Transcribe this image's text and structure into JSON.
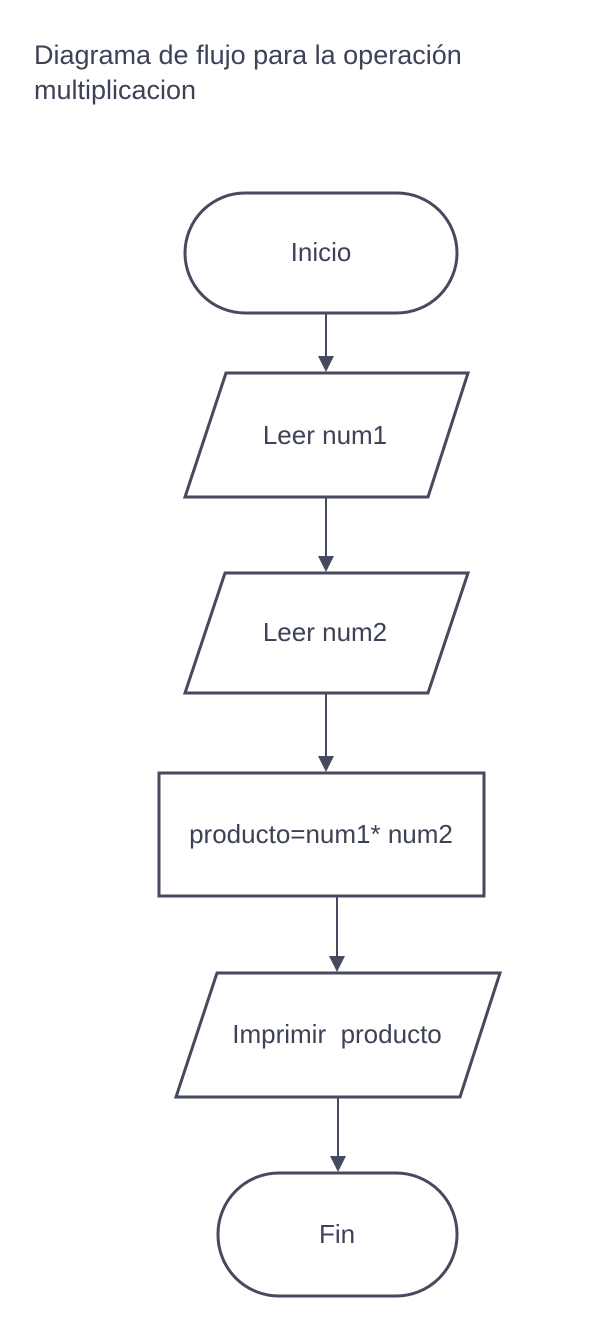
{
  "title": "Diagrama de flujo para la operación multiplicacion",
  "nodes": {
    "inicio": {
      "type": "terminal",
      "label": "Inicio"
    },
    "leer1": {
      "type": "input-output",
      "label": "Leer num1"
    },
    "leer2": {
      "type": "input-output",
      "label": "Leer num2"
    },
    "proceso": {
      "type": "process",
      "label": "producto=num1* num2"
    },
    "imprimir": {
      "type": "input-output",
      "label": "Imprimir  producto"
    },
    "fin": {
      "type": "terminal",
      "label": "Fin"
    }
  },
  "edges": [
    {
      "from": "inicio",
      "to": "leer1"
    },
    {
      "from": "leer1",
      "to": "leer2"
    },
    {
      "from": "leer2",
      "to": "proceso"
    },
    {
      "from": "proceso",
      "to": "imprimir"
    },
    {
      "from": "imprimir",
      "to": "fin"
    }
  ],
  "colors": {
    "stroke": "#454a5e",
    "text": "#3e4258",
    "background": "#ffffff"
  }
}
